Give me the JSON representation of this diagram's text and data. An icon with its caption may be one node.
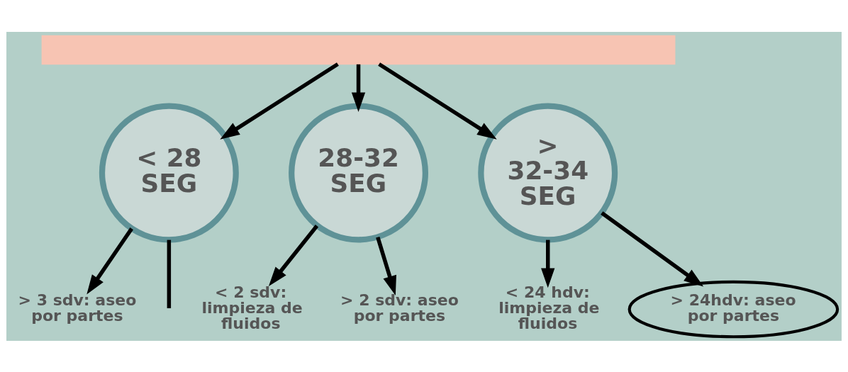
{
  "diagram": {
    "nodes": [
      {
        "text": [],
        "shape": "box"
      },
      {
        "text": [
          "< 28 SEG"
        ]
      },
      {
        "text": [
          "28-32 SEG"
        ]
      },
      {
        "text": [
          "> 32-34 SEG"
        ]
      },
      {
        "text": [
          "> 3 sdv: aseo por partes"
        ]
      },
      {
        "text": [
          "< 2 sdv: limpieza de fluidos"
        ]
      },
      {
        "text": [
          "> 2 sdv: aseo por partes"
        ]
      },
      {
        "text": [
          "< 24 hdv: limpieza de fluidos"
        ]
      },
      {
        "text": [
          "> 24hdv: aseo por partes"
        ]
      }
    ],
    "edges": [
      {
        "from": 0,
        "to": 1,
        "arrow": "to"
      },
      {
        "from": 0,
        "to": 2,
        "arrow": "to"
      },
      {
        "from": 0,
        "to": 3,
        "arrow": "to"
      },
      {
        "from": 1,
        "to": null,
        "arrow": "none"
      },
      {
        "from": 1,
        "to": 4,
        "arrow": "to"
      },
      {
        "from": 2,
        "to": 5,
        "arrow": "to"
      },
      {
        "from": 2,
        "to": 6,
        "arrow": "to"
      },
      {
        "from": 3,
        "to": 7,
        "arrow": "to"
      },
      {
        "from": 3,
        "to": 8,
        "arrow": "to"
      }
    ]
  }
}
